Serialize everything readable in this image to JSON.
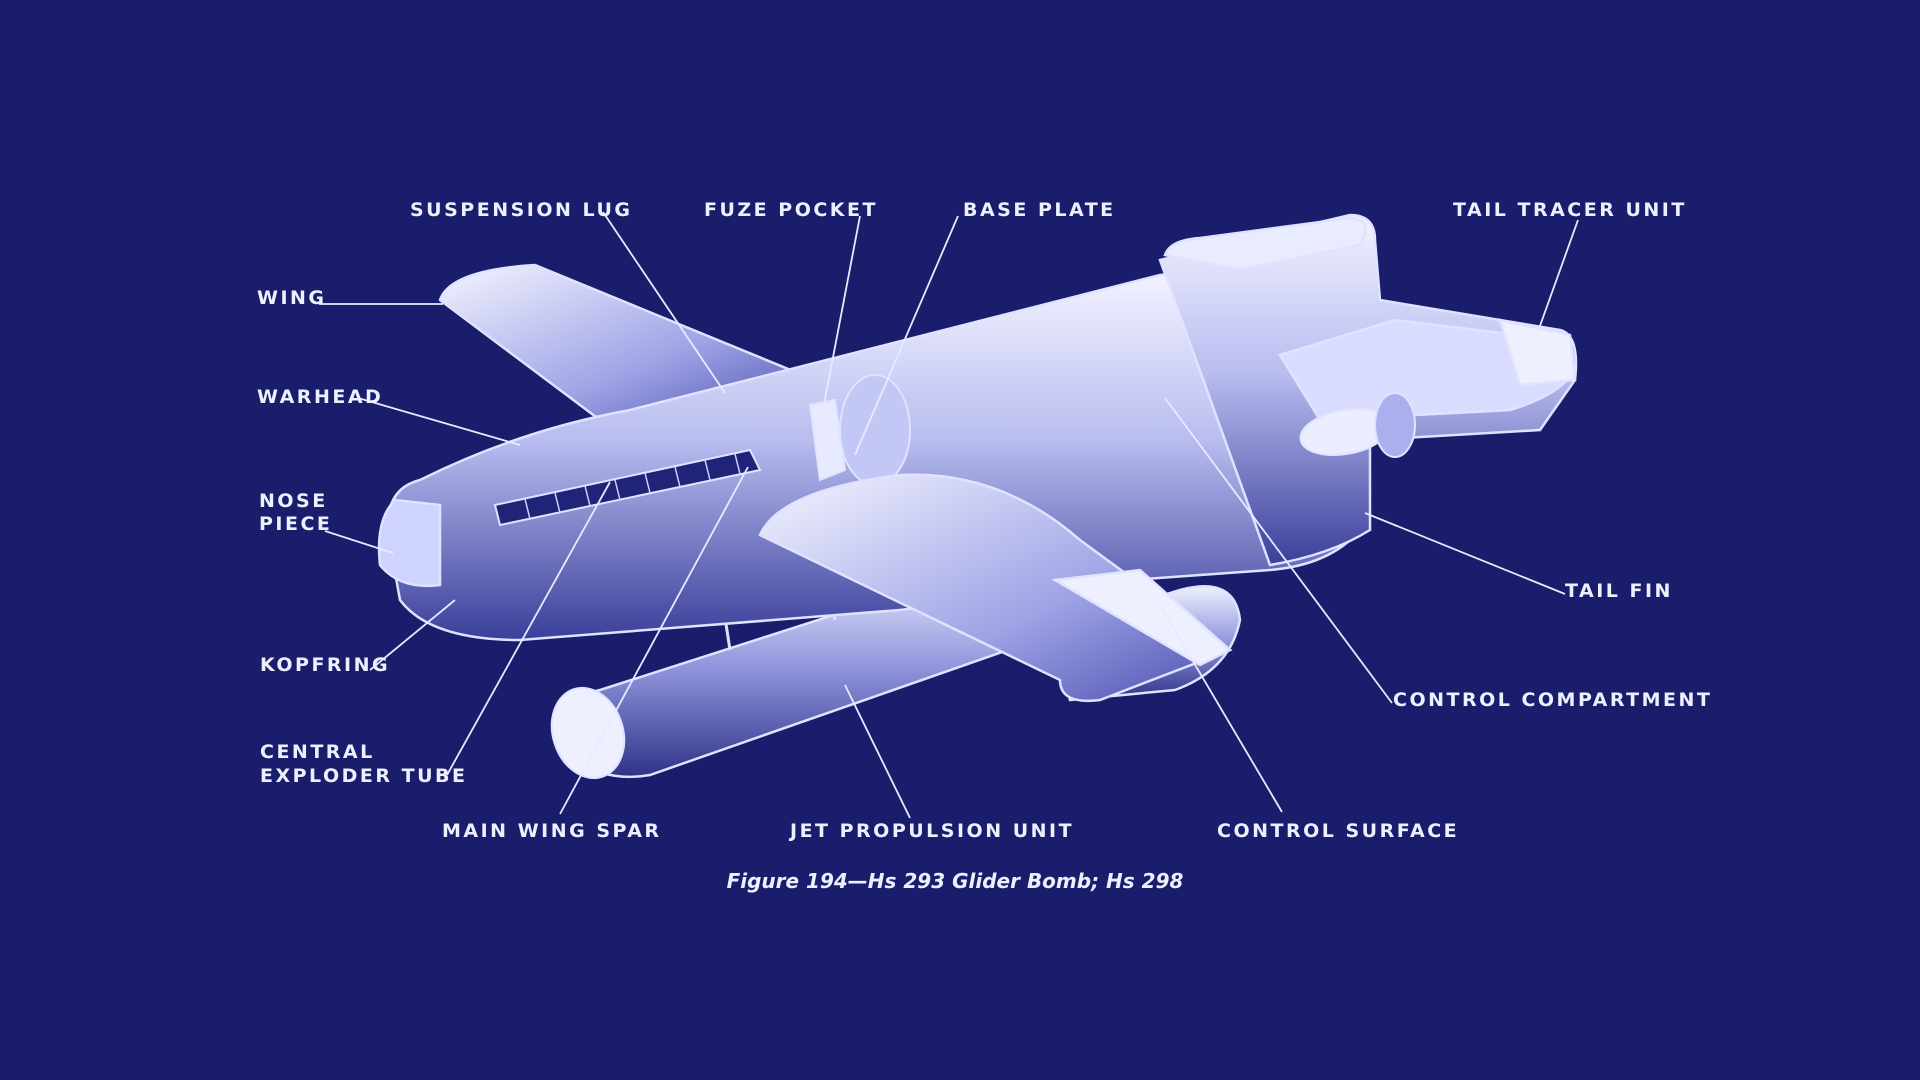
{
  "labels": {
    "suspension_lug": "SUSPENSION LUG",
    "fuze_pocket": "FUZE POCKET",
    "base_plate": "BASE PLATE",
    "tail_tracer_unit": "TAIL TRACER UNIT",
    "wing": "WING",
    "warhead": "WARHEAD",
    "nose_piece_1": "NOSE",
    "nose_piece_2": "PIECE",
    "kopfring": "KOPFRING",
    "central_exploder_tube_1": "CENTRAL",
    "central_exploder_tube_2": "EXPLODER TUBE",
    "main_wing_spar": "MAIN WING SPAR",
    "jet_propulsion_unit": "JET PROPULSION UNIT",
    "control_surface": "CONTROL SURFACE",
    "tail_fin": "TAIL FIN",
    "control_compartment": "CONTROL COMPARTMENT"
  },
  "caption": "Figure 194—Hs 293 Glider Bomb; Hs 298",
  "colors": {
    "background": "#1a1d6b",
    "ink": "#eef0ff",
    "body_shadow": "#3a3f9a"
  }
}
